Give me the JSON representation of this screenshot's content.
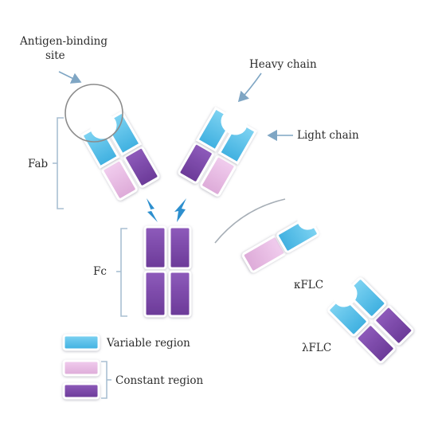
{
  "labels": {
    "antigen_binding_site_line1": "Antigen-binding",
    "antigen_binding_site_line2": "site",
    "heavy_chain": "Heavy chain",
    "light_chain": "Light chain",
    "fab": "Fab",
    "fc": "Fc",
    "kappa_flc": "κFLC",
    "lambda_flc": "λFLC"
  },
  "legend": {
    "variable_region": "Variable region",
    "constant_region": "Constant region"
  },
  "colors": {
    "variable_region": "#4fbde8",
    "constant_region_light": "#e8b8e3",
    "constant_region_heavy": "#7d48a9",
    "annotation_line": "#7fa6c4",
    "bracket": "#a9bfd2",
    "disulfide_bond": "#2d8fce"
  }
}
